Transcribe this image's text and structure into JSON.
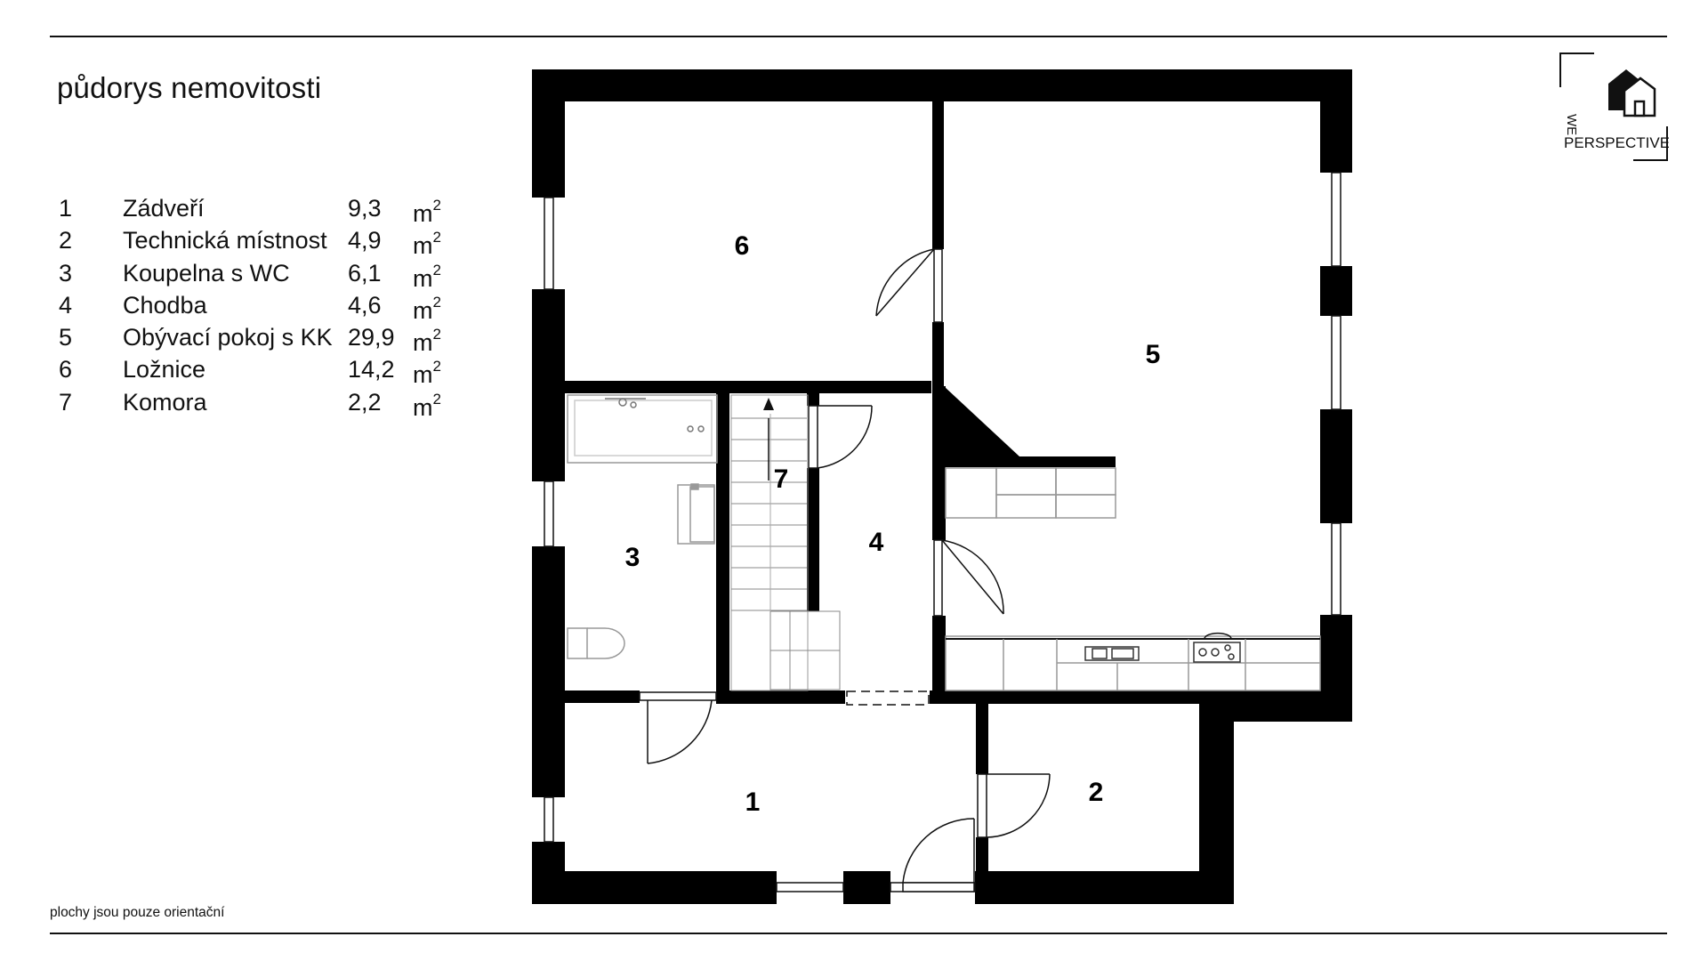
{
  "page": {
    "title": "půdorys nemovitosti",
    "footnote": "plochy jsou pouze orientační"
  },
  "legend": {
    "unit_base": "m",
    "unit_exp": "2",
    "rooms": [
      {
        "num": "1",
        "name": "Zádveří",
        "area": "9,3"
      },
      {
        "num": "2",
        "name": "Technická místnost",
        "area": "4,9"
      },
      {
        "num": "3",
        "name": "Koupelna s WC",
        "area": "6,1"
      },
      {
        "num": "4",
        "name": "Chodba",
        "area": "4,6"
      },
      {
        "num": "5",
        "name": "Obývací pokoj s KK",
        "area": "29,9"
      },
      {
        "num": "6",
        "name": "Ložnice",
        "area": "14,2"
      },
      {
        "num": "7",
        "name": "Komora",
        "area": "2,2"
      }
    ]
  },
  "plan": {
    "room_labels": [
      "1",
      "2",
      "3",
      "4",
      "5",
      "6",
      "7"
    ]
  },
  "logo": {
    "line1": "WE",
    "line2": "PERSPECTIVE"
  },
  "colors": {
    "wall": "#000000",
    "line": "#111111",
    "background": "#ffffff"
  },
  "icons": [
    "logo-house-icon",
    "stairs-arrow-icon",
    "toilet-icon",
    "sink-icon",
    "stove-icon"
  ]
}
